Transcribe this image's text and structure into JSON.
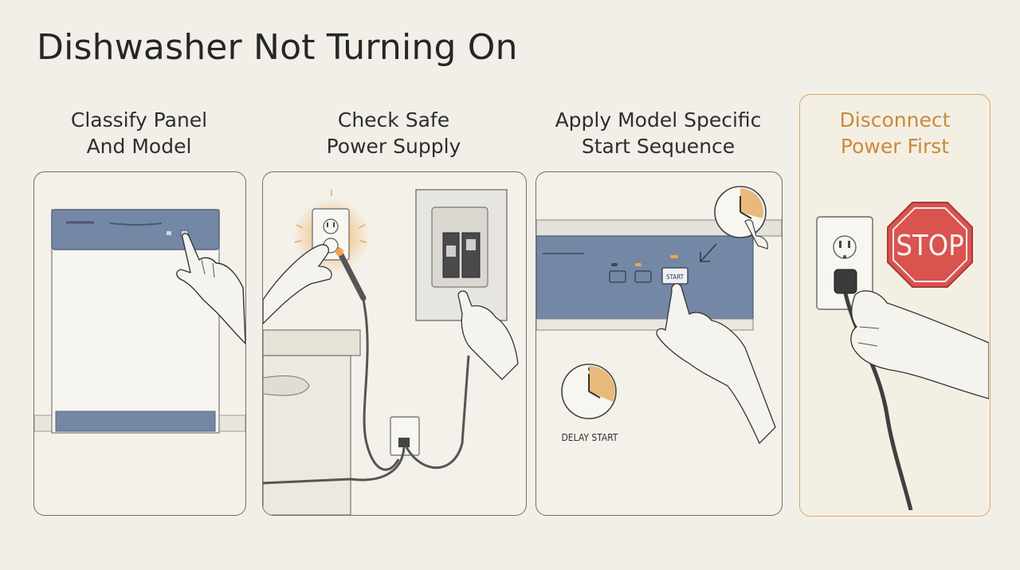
{
  "title": "Dishwasher Not Turning On",
  "steps": [
    {
      "line1": "Classify Panel",
      "line2": "And Model"
    },
    {
      "line1": "Check Safe",
      "line2": "Power Supply"
    },
    {
      "line1": "Apply Model Specific",
      "line2": "Start Sequence"
    },
    {
      "line1": "Disconnect",
      "line2": "Power First"
    }
  ],
  "labels": {
    "delay_start": "DELAY START",
    "start_button": "START",
    "stop_sign": "STOP"
  },
  "colors": {
    "panel_blue": "#7488a6",
    "warning_orange": "#d8a766",
    "stop_red": "#d9534f",
    "glow_orange": "#f2a34c"
  },
  "icons": [
    "dishwasher-icon",
    "pointing-hand-icon",
    "power-outlet-icon",
    "breaker-panel-icon",
    "clock-icon",
    "stop-sign-icon",
    "plug-icon"
  ]
}
